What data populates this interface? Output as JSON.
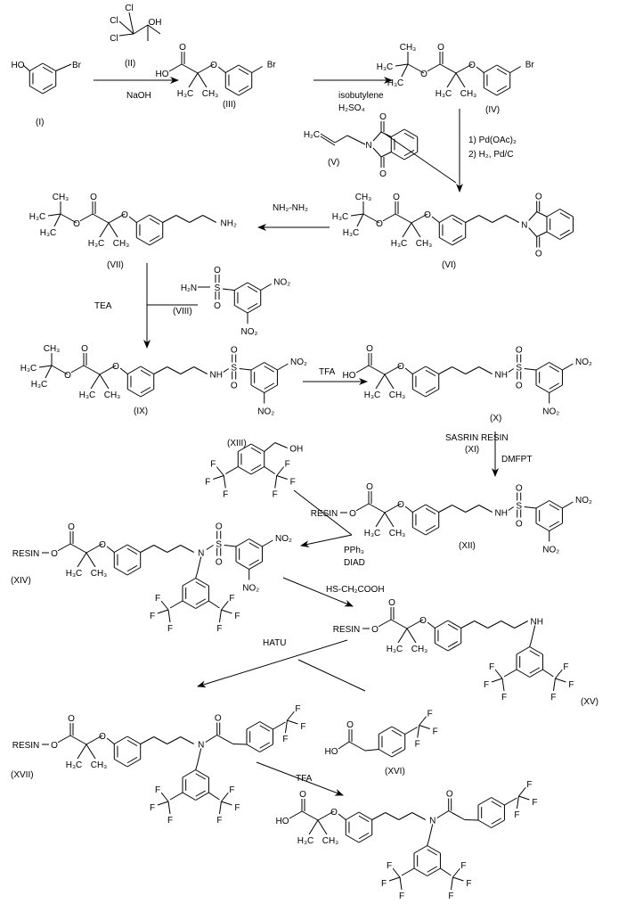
{
  "atoms": {
    "HO": "HO",
    "OH": "OH",
    "Br": "Br",
    "O": "O",
    "Cl": "Cl",
    "H3C": "H₃C",
    "CH3": "CH₃",
    "NH2": "NH₂",
    "H2N": "H₂N",
    "NO2": "NO₂",
    "S": "S",
    "N": "N",
    "NH": "NH",
    "F": "F",
    "RESIN": "RESIN",
    "H2C": "H₂C"
  },
  "compounds": {
    "I": "(I)",
    "II": "(II)",
    "III": "(III)",
    "IV": "(IV)",
    "V": "(V)",
    "VI": "(VI)",
    "VII": "(VII)",
    "VIII": "(VIII)",
    "IX": "(IX)",
    "X": "(X)",
    "XI": "(XI)",
    "XII": "(XII)",
    "XIII": "(XIII)",
    "XIV": "(XIV)",
    "XV": "(XV)",
    "XVI": "(XVI)",
    "XVII": "(XVII)"
  },
  "reagents": {
    "naoh": "NaOH",
    "isobutylene": "isobutylene",
    "h2so4": "H₂SO₄",
    "pd_step1": "1) Pd(OAc)₂",
    "pd_step2": "2) H₂, Pd/C",
    "hydrazine": "NH₂-NH₂",
    "tea": "TEA",
    "tfa1": "TFA",
    "sasrin": "SASRIN RESIN",
    "dmfpt": "DMFPT",
    "pph3": "PPh₃",
    "diad": "DIAD",
    "thioglycolic": "HS-CH₂COOH",
    "hatu": "HATU",
    "tfa2": "TFA"
  }
}
